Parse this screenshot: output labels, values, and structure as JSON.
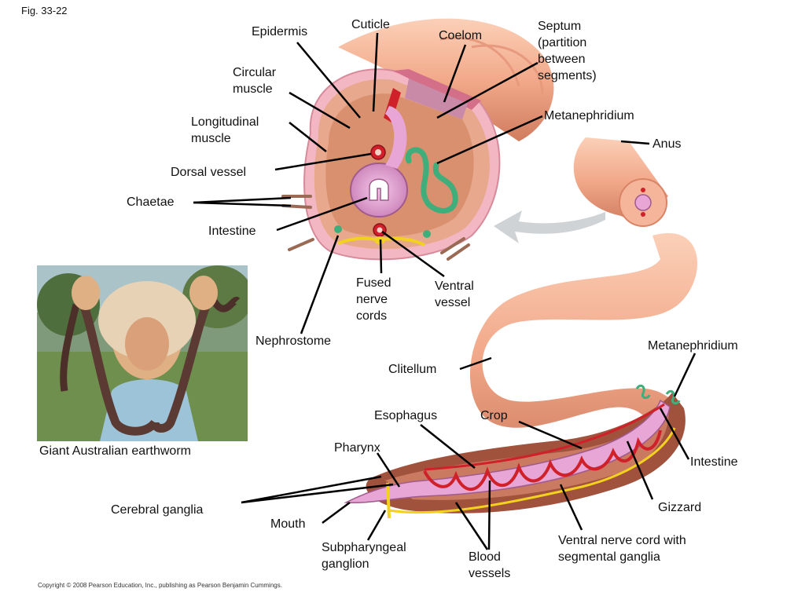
{
  "figure_id": "Fig. 33-22",
  "copyright": "Copyright © 2008 Pearson Education, Inc., publishing as Pearson Benjamin Cummings.",
  "photo": {
    "caption": "Giant Australian earthworm"
  },
  "labels": {
    "epidermis": "Epidermis",
    "cuticle": "Cuticle",
    "coelom": "Coelom",
    "septum": "Septum\n(partition\nbetween\nsegments)",
    "circular_muscle": "Circular\nmuscle",
    "longitudinal_muscle": "Longitudinal\nmuscle",
    "metanephridium_top": "Metanephridium",
    "anus": "Anus",
    "dorsal_vessel": "Dorsal vessel",
    "chaetae": "Chaetae",
    "intestine_top": "Intestine",
    "fused_nerve_cords": "Fused\nnerve\ncords",
    "ventral_vessel": "Ventral\nvessel",
    "nephrostome": "Nephrostome",
    "metanephridium_right": "Metanephridium",
    "clitellum": "Clitellum",
    "esophagus": "Esophagus",
    "crop": "Crop",
    "pharynx": "Pharynx",
    "intestine_right": "Intestine",
    "cerebral_ganglia": "Cerebral ganglia",
    "gizzard": "Gizzard",
    "mouth": "Mouth",
    "subpharyngeal_ganglion": "Subpharyngeal\nganglion",
    "blood_vessels": "Blood\nvessels",
    "ventral_nerve_cord": "Ventral nerve cord with\nsegmental ganglia"
  },
  "colors": {
    "body": "#f2a98a",
    "body_dark": "#d98466",
    "muscle": "#e8a88e",
    "epidermis": "#f3b7c3",
    "intestine": "#e7a6d6",
    "vessel": "#d0202a",
    "nerve": "#f2d21e",
    "nephridium": "#3fae7a",
    "arrow": "#cfd3d6"
  }
}
